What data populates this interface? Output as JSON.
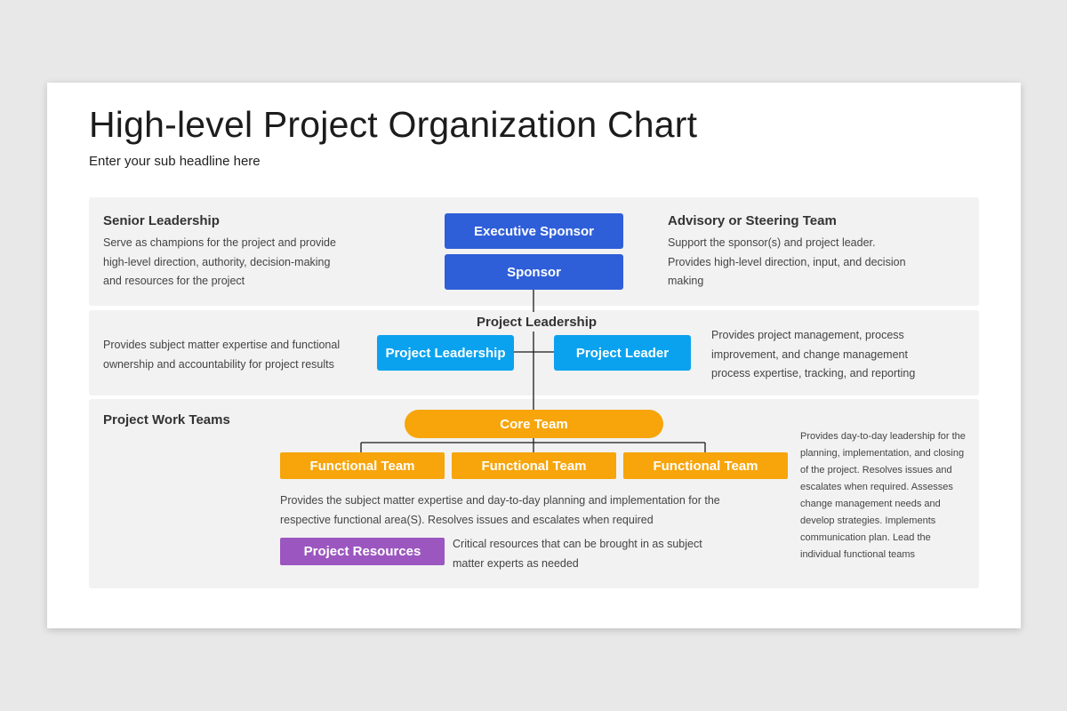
{
  "title": "High-level Project Organization Chart",
  "subtitle": "Enter your sub headline here",
  "colors": {
    "executive_blue": "#2f5fd8",
    "leadership_cyan": "#0aa2ee",
    "team_orange": "#f7a50b",
    "resources_purple": "#9b57bf",
    "band_gray": "#f2f2f2"
  },
  "senior": {
    "heading": "Senior Leadership",
    "description": [
      "Serve as champions for the project and provide",
      "high-level direction, authority, decision-making",
      "and resources for the project"
    ]
  },
  "advisory": {
    "heading": "Advisory or Steering Team",
    "description": [
      "Support the sponsor(s) and project leader.",
      "Provides high-level direction, input, and decision",
      "making"
    ]
  },
  "nodes": {
    "executive_sponsor": "Executive Sponsor",
    "sponsor": "Sponsor",
    "leadership_label": "Project Leadership",
    "project_leadership": "Project Leadership",
    "project_leader": "Project Leader",
    "core_team": "Core Team",
    "functional_team_1": "Functional Team",
    "functional_team_2": "Functional Team",
    "functional_team_3": "Functional Team",
    "project_resources": "Project Resources"
  },
  "leadership": {
    "left_description": [
      "Provides subject matter expertise and functional",
      "ownership and accountability for project results"
    ],
    "right_description": [
      "Provides project management, process",
      "improvement, and change management",
      "process expertise, tracking, and reporting"
    ]
  },
  "work_teams": {
    "heading": "Project Work Teams",
    "functional_description": [
      "Provides the subject matter expertise and day-to-day planning and implementation for the",
      "respective functional area(S). Resolves issues and escalates when required"
    ],
    "resources_description": [
      "Critical resources that can be brought in as subject",
      "matter experts as needed"
    ],
    "core_description": [
      "Provides day-to-day leadership for the",
      "planning, implementation, and closing",
      "of the project. Resolves issues and",
      "escalates when required. Assesses",
      "change management needs and",
      "develop strategies. Implements",
      "communication plan. Lead the",
      "individual functional teams"
    ]
  }
}
